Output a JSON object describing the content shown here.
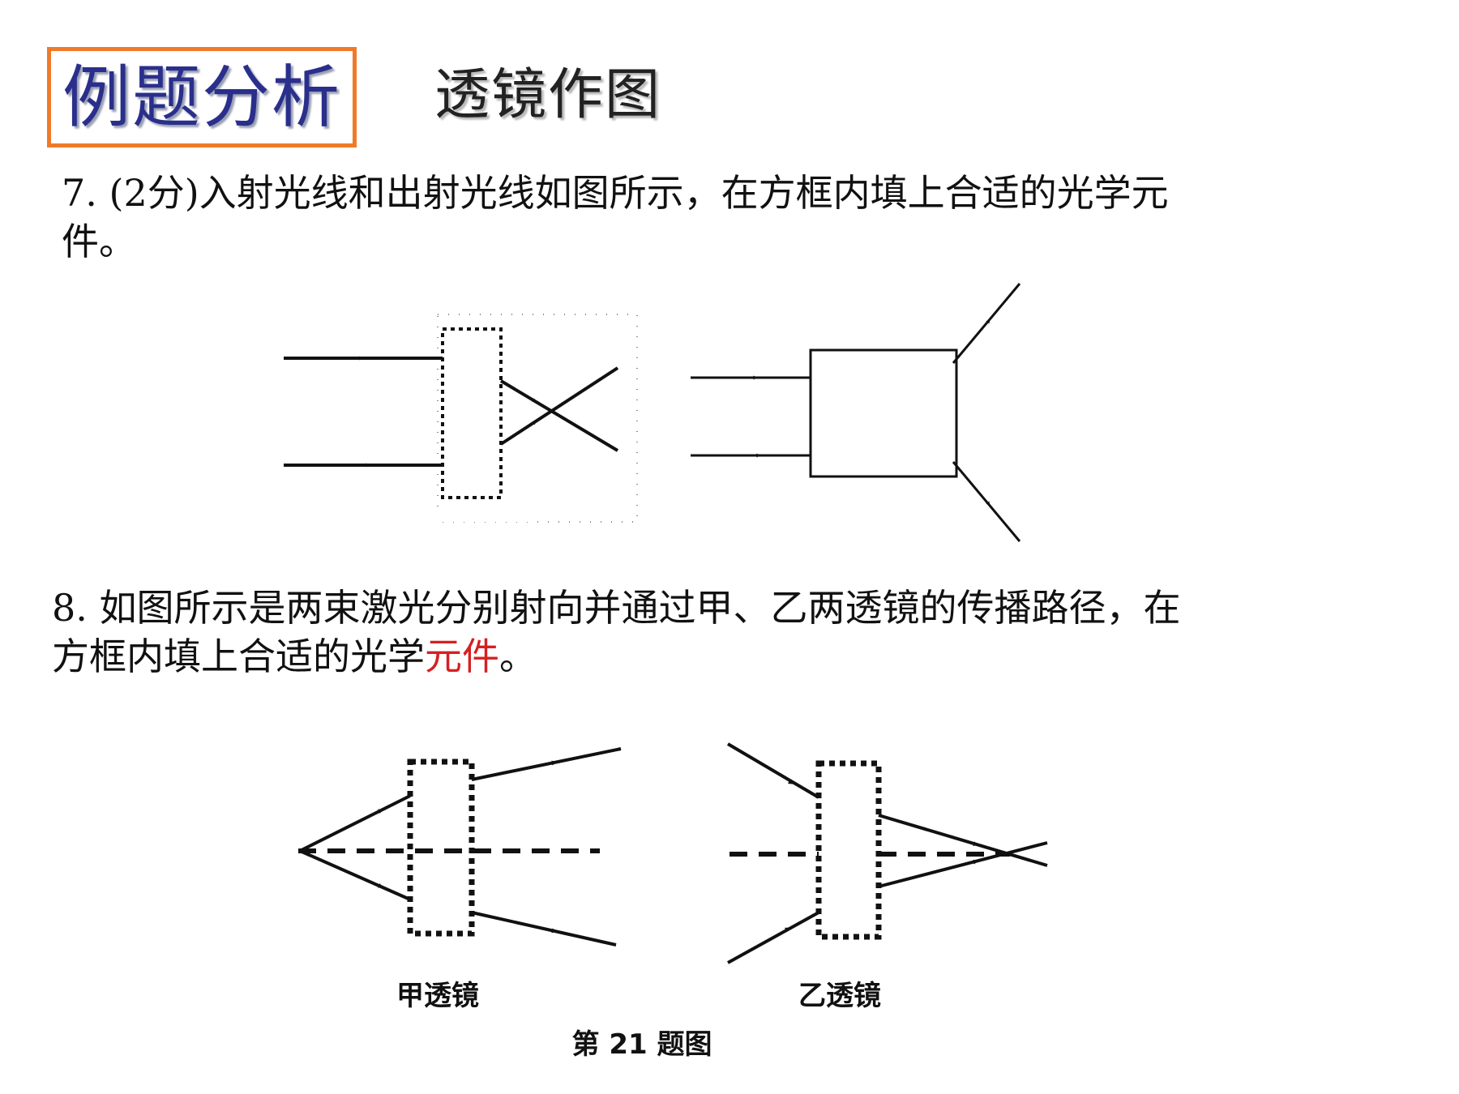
{
  "header": {
    "title": "例题分析",
    "topic": "透镜作图",
    "border_color": "#f07a28",
    "title_color": "#2a2f8c"
  },
  "question7": {
    "line1": "7. (2分)入射光线和出射光线如图所示，在方框内填上合适的光学元",
    "line2": "件。"
  },
  "question8": {
    "line1": "8. 如图所示是两束激光分别射向并通过甲、乙两透镜的传播路径，在",
    "line2_prefix": "方框内填上合适的光学",
    "line2_highlight": "元件",
    "line2_suffix": "。",
    "highlight_color": "#d62020"
  },
  "figure8": {
    "lens_a_label": "甲透镜",
    "lens_b_label": "乙透镜",
    "caption": "第 21 题图"
  }
}
